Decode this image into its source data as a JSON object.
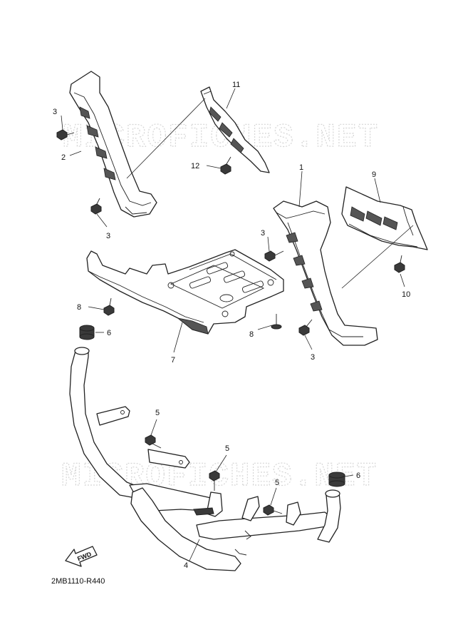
{
  "watermark": "MICROFICHES.NET",
  "diagram_code": "2MB1110-R440",
  "fwd_label": "FWD",
  "callouts": {
    "c1": "1",
    "c2": "2",
    "c3a": "3",
    "c3b": "3",
    "c3c": "3",
    "c3d": "3",
    "c4": "4",
    "c5a": "5",
    "c5b": "5",
    "c5c": "5",
    "c6a": "6",
    "c6b": "6",
    "c7": "7",
    "c8a": "8",
    "c8b": "8",
    "c9": "9",
    "c10": "10",
    "c11": "11",
    "c12": "12"
  }
}
